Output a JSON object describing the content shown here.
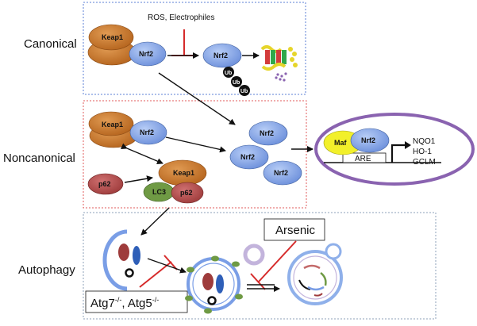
{
  "section_labels": {
    "canonical": "Canonical",
    "noncanonical": "Noncanonical",
    "autophagy": "Autophagy"
  },
  "molecules": {
    "keap1": "Keap1",
    "nrf2": "Nrf2",
    "p62": "p62",
    "lc3": "LC3",
    "maf": "Maf",
    "ub": "Ub"
  },
  "stimulus": "ROS, Electrophiles",
  "are": "ARE",
  "target_genes": [
    "NQO1",
    "HO-1",
    "GCLM"
  ],
  "inhibitors": {
    "arsenic": "Arsenic",
    "atg_prefix_1": "Atg7",
    "atg_sup_1": "-/-",
    "atg_sep": ", Atg5",
    "atg_sup_2": "-/-"
  },
  "colors": {
    "keap1": "#c8752a",
    "nrf2": "#7a9ee6",
    "p62": "#b24a4a",
    "lc3": "#6f9a44",
    "maf": "#f2f02a",
    "nucleus_ring": "#8a63b0",
    "canonical_border": "#5b7fd6",
    "noncanonical_border": "#e05b5b",
    "autophagy_border": "#8da0b8",
    "inhibit_red": "#d62b2b"
  }
}
